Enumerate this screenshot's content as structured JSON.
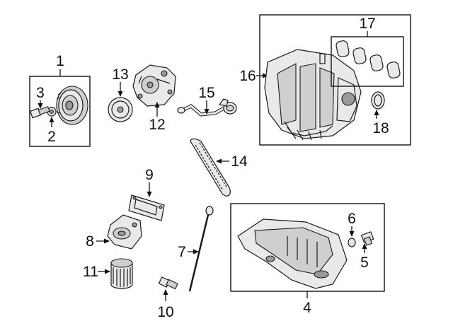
{
  "callouts": {
    "c1": "1",
    "c2": "2",
    "c3": "3",
    "c4": "4",
    "c5": "5",
    "c6": "6",
    "c7": "7",
    "c8": "8",
    "c9": "9",
    "c10": "10",
    "c11": "11",
    "c12": "12",
    "c13": "13",
    "c14": "14",
    "c15": "15",
    "c16": "16",
    "c17": "17",
    "c18": "18"
  },
  "colors": {
    "line": "#1a1a1a",
    "part_fill": "#e9e9e9",
    "part_dark": "#9a9a9a"
  }
}
